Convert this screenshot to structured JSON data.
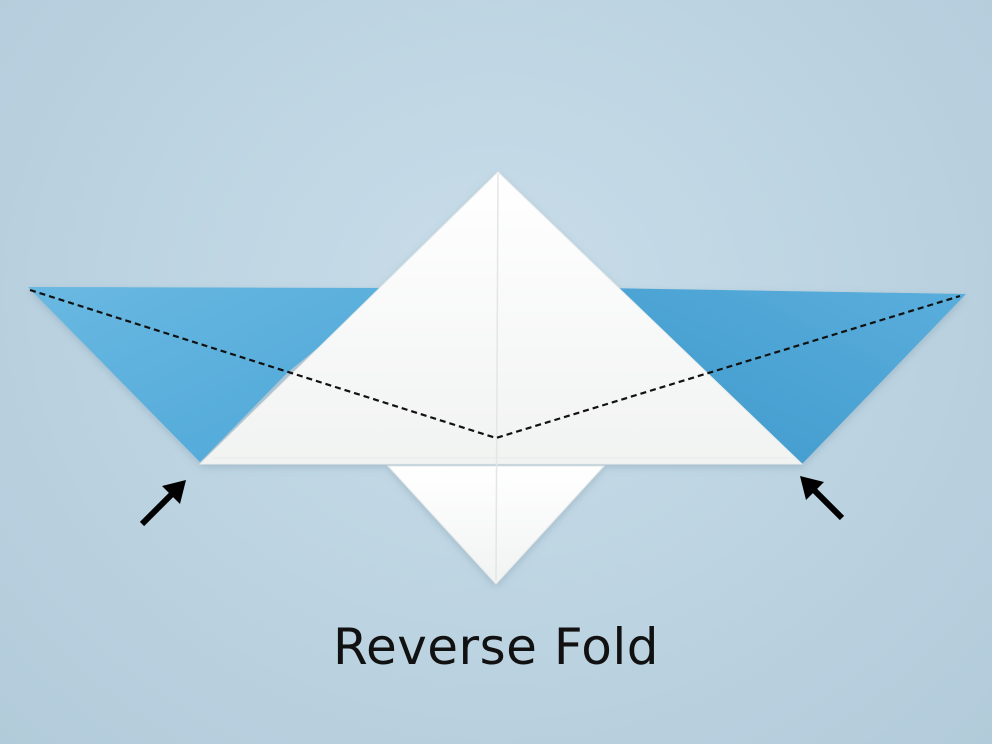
{
  "caption": "Reverse Fold",
  "colors": {
    "background": "#bcd3e1",
    "paper_blue": "#5fb1dc",
    "paper_white": "#fdfdfb",
    "fold_line": "#111111",
    "arrow": "#000000"
  },
  "elements": {
    "fold_line_style": "dashed",
    "arrow_count": 2
  }
}
